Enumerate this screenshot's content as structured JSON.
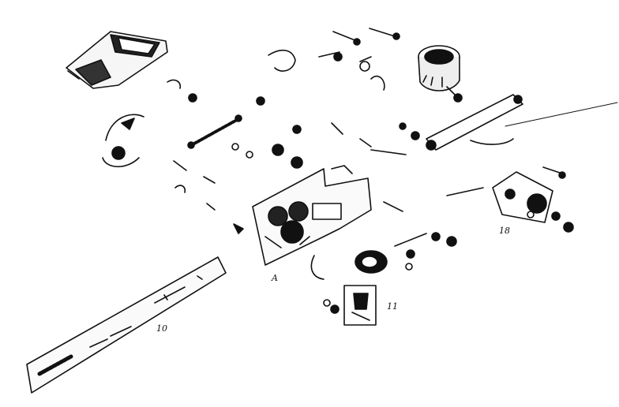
{
  "diagram": {
    "labels": {
      "assembly_a": "A",
      "part_10": "10",
      "part_11": "11",
      "part_18": "18"
    },
    "ink_color": "#111111",
    "paper_color": "#ffffff"
  }
}
